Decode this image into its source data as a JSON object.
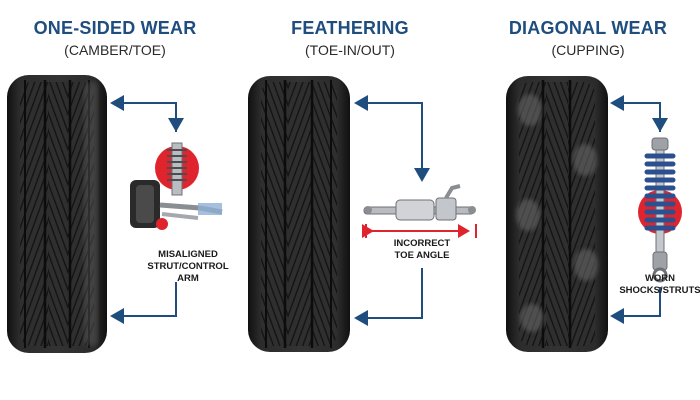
{
  "sections": [
    {
      "title": "ONE-SIDED WEAR",
      "subtitle": "(CAMBER/TOE)",
      "caption_lines": [
        "MISALIGNED",
        "STRUT/CONTROL ARM"
      ]
    },
    {
      "title": "FEATHERING",
      "subtitle": "(TOE-IN/OUT)",
      "caption_lines": [
        "INCORRECT",
        "TOE ANGLE"
      ]
    },
    {
      "title": "DIAGONAL WEAR",
      "subtitle": "(CUPPING)",
      "caption_lines": [
        "WORN",
        "SHOCKS/STRUTS"
      ]
    }
  ],
  "colors": {
    "title": "#1f4e7e",
    "arrow": "#1f4e7e",
    "highlight": "#e0242e",
    "tire": "#222222",
    "tread": "#3c3c3c"
  }
}
